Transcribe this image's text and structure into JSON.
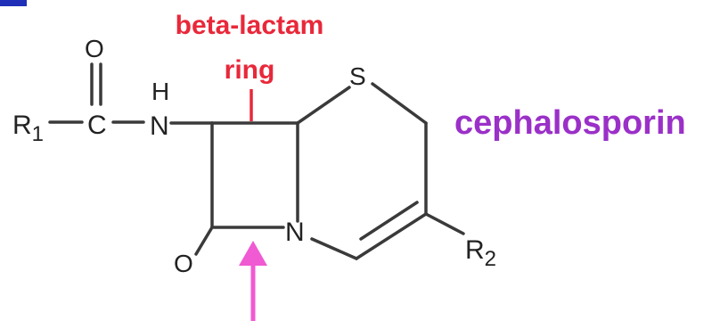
{
  "compound_name": "cephalosporin",
  "ring_label_line1": "beta-lactam",
  "ring_label_line2": "ring",
  "atoms": {
    "r1": "R",
    "r1_sub": "1",
    "carbonyl_o": "O",
    "carbon": "C",
    "amide_h": "H",
    "amide_n": "N",
    "sulfur": "S",
    "ring_n": "N",
    "lactam_o": "O",
    "r2": "R",
    "r2_sub": "2"
  },
  "colors": {
    "compound_name": "#9b30c8",
    "ring_label": "#e8283a",
    "arrow": "#f05ad2",
    "bond": "#3a3a3a",
    "corner_mark": "#1f2fb8"
  }
}
